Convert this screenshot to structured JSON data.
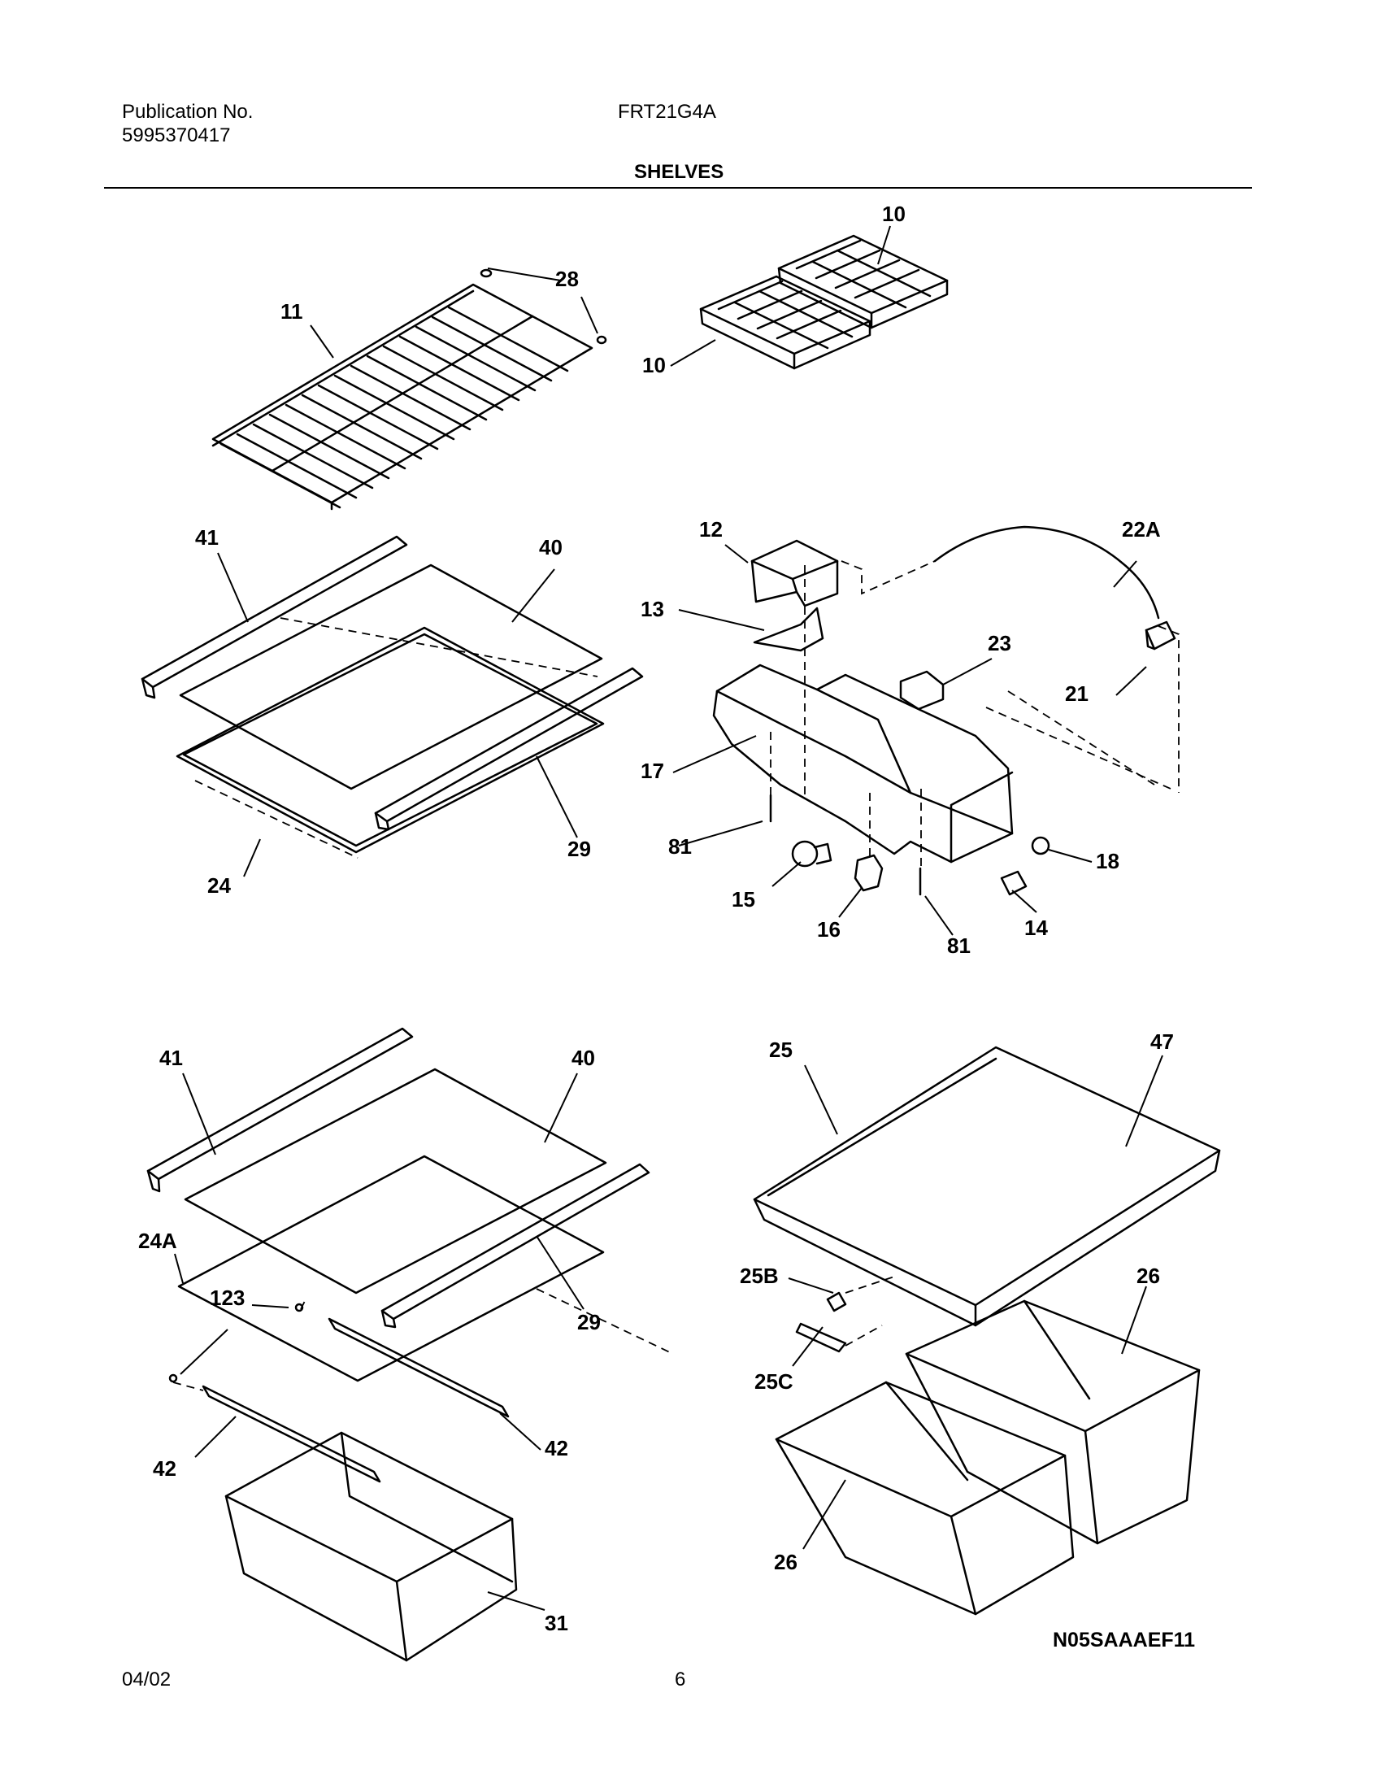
{
  "header": {
    "publication_label": "Publication No.",
    "publication_number": "5995370417",
    "model": "FRT21G4A",
    "section_title": "SHELVES"
  },
  "callouts": {
    "c10a": "10",
    "c10b": "10",
    "c11": "11",
    "c28": "28",
    "c41a": "41",
    "c40a": "40",
    "c29a": "29",
    "c24": "24",
    "c12": "12",
    "c13": "13",
    "c22A": "22A",
    "c23": "23",
    "c21": "21",
    "c17": "17",
    "c81a": "81",
    "c15": "15",
    "c16": "16",
    "c81b": "81",
    "c14": "14",
    "c18": "18",
    "c41b": "41",
    "c40b": "40",
    "c24A": "24A",
    "c123": "123",
    "c29b": "29",
    "c42a": "42",
    "c42b": "42",
    "c31": "31",
    "c25": "25",
    "c47": "47",
    "c25B": "25B",
    "c25C": "25C",
    "c26a": "26",
    "c26b": "26"
  },
  "diagram_code": "N05SAAAEF11",
  "footer": {
    "date": "04/02",
    "page_number": "6"
  }
}
